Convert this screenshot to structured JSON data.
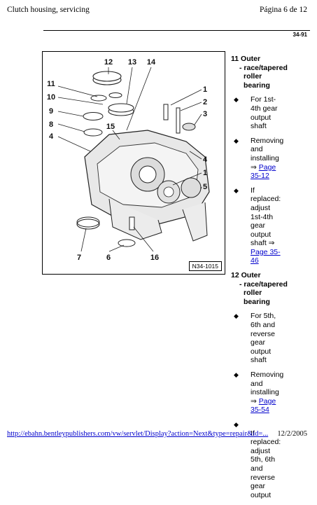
{
  "header": {
    "title": "Clutch housing, servicing",
    "page": "Página 6 de 12"
  },
  "page_number": "34-91",
  "figure": {
    "reference": "N34-1015",
    "callouts": [
      "1",
      "2",
      "3",
      "4",
      "5",
      "6",
      "7",
      "8",
      "9",
      "10",
      "11",
      "12",
      "13",
      "14",
      "15",
      "16"
    ]
  },
  "items": [
    {
      "number": "11",
      "title_l1": "Outer",
      "title_l2": "- race/tapered",
      "title_l3": "roller",
      "title_l4": "bearing",
      "bullets": [
        {
          "lines": [
            "For 1st-",
            "4th gear",
            "output",
            "shaft"
          ]
        },
        {
          "lines": [
            "Removing",
            "and",
            "installing"
          ],
          "arrow": "⇒",
          "link": [
            "Page",
            "35-12"
          ]
        },
        {
          "lines": [
            "If",
            "replaced:",
            "adjust",
            "1st-4th",
            "gear",
            "output",
            "shaft ⇒"
          ],
          "link": [
            "Page 35-",
            "46"
          ]
        }
      ]
    },
    {
      "number": "12",
      "title_l1": "Outer",
      "title_l2": "- race/tapered",
      "title_l3": "roller",
      "title_l4": "bearing",
      "bullets": [
        {
          "lines": [
            "For 5th,",
            "6th and",
            "reverse",
            "gear",
            "output",
            "shaft"
          ]
        },
        {
          "lines": [
            "Removing",
            "and",
            "installing"
          ],
          "arrow": "⇒",
          "link": [
            "Page",
            "35-54"
          ]
        },
        {
          "lines": [
            "If",
            "replaced:",
            "adjust",
            "5th, 6th",
            "and",
            "reverse",
            "gear",
            "output"
          ]
        }
      ]
    }
  ],
  "footer": {
    "url": "http://ebahn.bentleypublishers.com/vw/servlet/Display?action=Next&type=repair&id=...",
    "date": "12/2/2005"
  }
}
